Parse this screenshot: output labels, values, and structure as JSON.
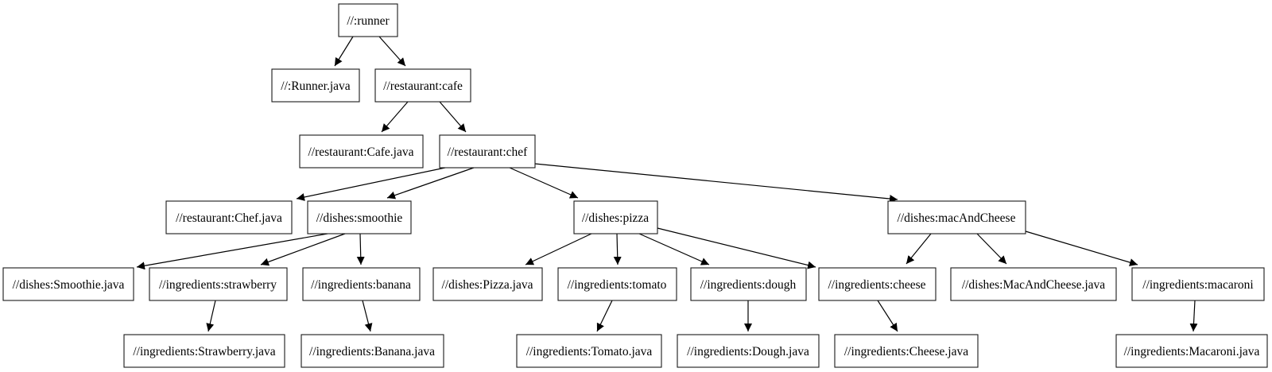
{
  "graph": {
    "kind": "dependency-tree",
    "colors": {
      "background": "#ffffff",
      "node_fill": "#ffffff",
      "node_border": "#1a1a1a",
      "edge": "#000000",
      "text": "#000000"
    },
    "nodes": [
      {
        "id": "runner",
        "label": "//:runner"
      },
      {
        "id": "runner-java",
        "label": "//:Runner.java"
      },
      {
        "id": "cafe",
        "label": "//restaurant:cafe"
      },
      {
        "id": "cafe-java",
        "label": "//restaurant:Cafe.java"
      },
      {
        "id": "chef",
        "label": "//restaurant:chef"
      },
      {
        "id": "chef-java",
        "label": "//restaurant:Chef.java"
      },
      {
        "id": "smoothie",
        "label": "//dishes:smoothie"
      },
      {
        "id": "pizza",
        "label": "//dishes:pizza"
      },
      {
        "id": "mac-and-cheese",
        "label": "//dishes:macAndCheese"
      },
      {
        "id": "smoothie-java",
        "label": "//dishes:Smoothie.java"
      },
      {
        "id": "strawberry",
        "label": "//ingredients:strawberry"
      },
      {
        "id": "banana",
        "label": "//ingredients:banana"
      },
      {
        "id": "pizza-java",
        "label": "//dishes:Pizza.java"
      },
      {
        "id": "tomato",
        "label": "//ingredients:tomato"
      },
      {
        "id": "dough",
        "label": "//ingredients:dough"
      },
      {
        "id": "cheese",
        "label": "//ingredients:cheese"
      },
      {
        "id": "mac-and-cheese-java",
        "label": "//dishes:MacAndCheese.java"
      },
      {
        "id": "macaroni",
        "label": "//ingredients:macaroni"
      },
      {
        "id": "strawberry-java",
        "label": "//ingredients:Strawberry.java"
      },
      {
        "id": "banana-java",
        "label": "//ingredients:Banana.java"
      },
      {
        "id": "tomato-java",
        "label": "//ingredients:Tomato.java"
      },
      {
        "id": "dough-java",
        "label": "//ingredients:Dough.java"
      },
      {
        "id": "cheese-java",
        "label": "//ingredients:Cheese.java"
      },
      {
        "id": "macaroni-java",
        "label": "//ingredients:Macaroni.java"
      }
    ],
    "edges": [
      {
        "from": "runner",
        "to": "runner-java"
      },
      {
        "from": "runner",
        "to": "cafe"
      },
      {
        "from": "cafe",
        "to": "cafe-java"
      },
      {
        "from": "cafe",
        "to": "chef"
      },
      {
        "from": "chef",
        "to": "chef-java"
      },
      {
        "from": "chef",
        "to": "smoothie"
      },
      {
        "from": "chef",
        "to": "pizza"
      },
      {
        "from": "chef",
        "to": "mac-and-cheese"
      },
      {
        "from": "smoothie",
        "to": "smoothie-java"
      },
      {
        "from": "smoothie",
        "to": "strawberry"
      },
      {
        "from": "smoothie",
        "to": "banana"
      },
      {
        "from": "strawberry",
        "to": "strawberry-java"
      },
      {
        "from": "banana",
        "to": "banana-java"
      },
      {
        "from": "pizza",
        "to": "pizza-java"
      },
      {
        "from": "pizza",
        "to": "tomato"
      },
      {
        "from": "pizza",
        "to": "dough"
      },
      {
        "from": "pizza",
        "to": "cheese"
      },
      {
        "from": "mac-and-cheese",
        "to": "cheese"
      },
      {
        "from": "mac-and-cheese",
        "to": "mac-and-cheese-java"
      },
      {
        "from": "mac-and-cheese",
        "to": "macaroni"
      },
      {
        "from": "tomato",
        "to": "tomato-java"
      },
      {
        "from": "dough",
        "to": "dough-java"
      },
      {
        "from": "cheese",
        "to": "cheese-java"
      },
      {
        "from": "macaroni",
        "to": "macaroni-java"
      }
    ]
  }
}
